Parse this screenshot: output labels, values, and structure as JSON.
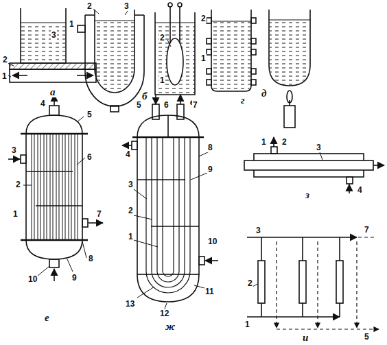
{
  "diagram": {
    "labels": [
      "2",
      "3",
      "1",
      "а",
      "2",
      "3",
      "1",
      "б",
      "2",
      "1",
      "в",
      "2",
      "1",
      "г",
      "д",
      "4",
      "5",
      "3",
      "2",
      "6",
      "1",
      "7",
      "10",
      "9",
      "8",
      "е",
      "5",
      "6",
      "7",
      "4",
      "8",
      "9",
      "3",
      "2",
      "1",
      "10",
      "13",
      "12",
      "11",
      "ж",
      "1",
      "2",
      "3",
      "4",
      "з",
      "3",
      "2",
      "1",
      "7",
      "5",
      "и"
    ]
  }
}
